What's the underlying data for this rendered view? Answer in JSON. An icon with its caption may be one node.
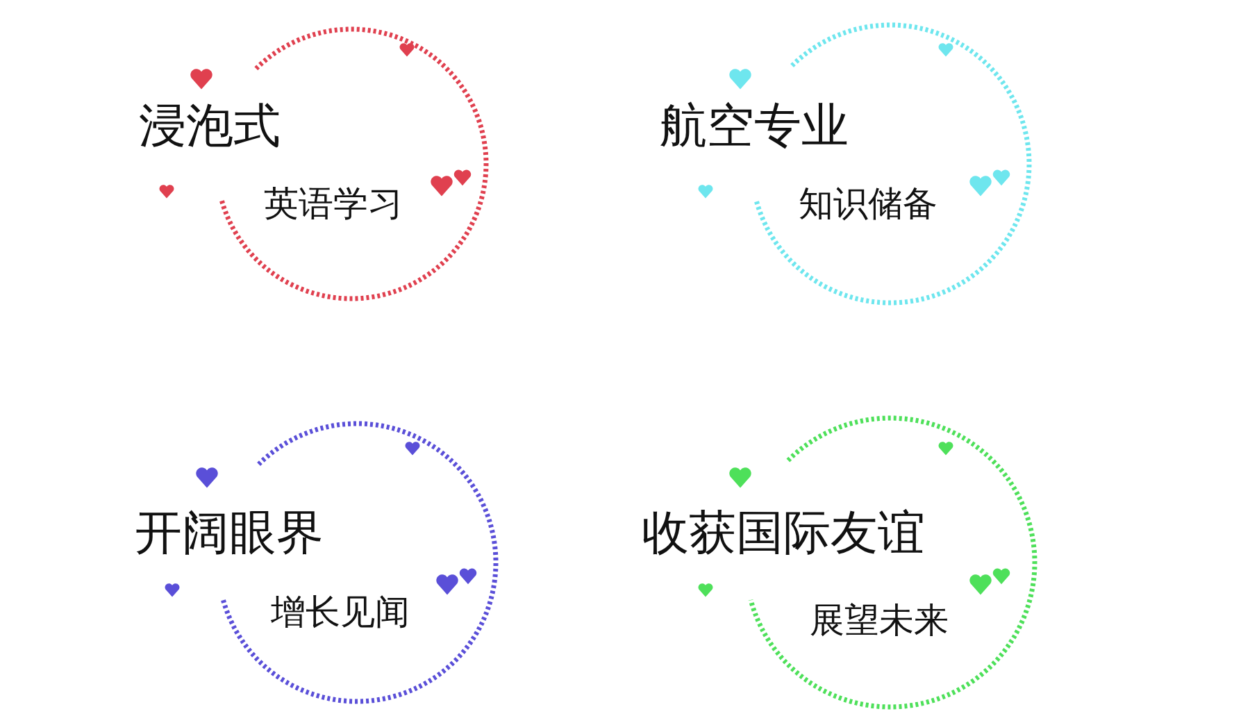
{
  "diagram": {
    "nodes": [
      {
        "text": [
          "浸泡式",
          "英语学习"
        ]
      },
      {
        "text": [
          "航空专业",
          "知识储备"
        ]
      },
      {
        "text": [
          "开阔眼界",
          "增长见闻"
        ]
      },
      {
        "text": [
          "收获国际友谊",
          "展望未来"
        ]
      }
    ]
  }
}
